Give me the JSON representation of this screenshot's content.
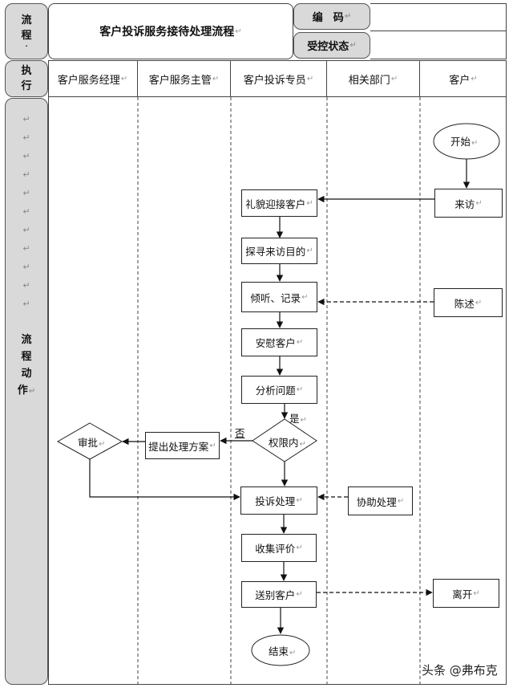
{
  "header": {
    "side_label_chars": [
      "流",
      "程",
      "·"
    ],
    "title": "客户投诉服务接待处理流程",
    "code_label": "编　码",
    "status_label": "受控状态",
    "code_value": "",
    "status_value": ""
  },
  "lanes_header": {
    "side_label_chars": [
      "执",
      "行"
    ],
    "lanes": [
      "客户服务经理",
      "客户服务主管",
      "客户投诉专员",
      "相关部门",
      "客户"
    ]
  },
  "sidebar": {
    "blank_marks": 11,
    "action_chars": [
      "流",
      "程",
      "动",
      "作"
    ]
  },
  "nodes": {
    "start": "开始",
    "visit": "来访",
    "greet": "礼貌迎接客户",
    "explore": "探寻来访目的",
    "listen": "倾听、记录",
    "state": "陈述",
    "comfort": "安慰客户",
    "analyze": "分析问题",
    "authority": "权限内",
    "propose": "提出处理方案",
    "approve": "审批",
    "handle": "投诉处理",
    "assist": "协助处理",
    "collect": "收集评价",
    "send": "送别客户",
    "leave": "离开",
    "end": "结束"
  },
  "edge_labels": {
    "yes": "是",
    "no": "否"
  },
  "watermark": "头条 @弗布克"
}
